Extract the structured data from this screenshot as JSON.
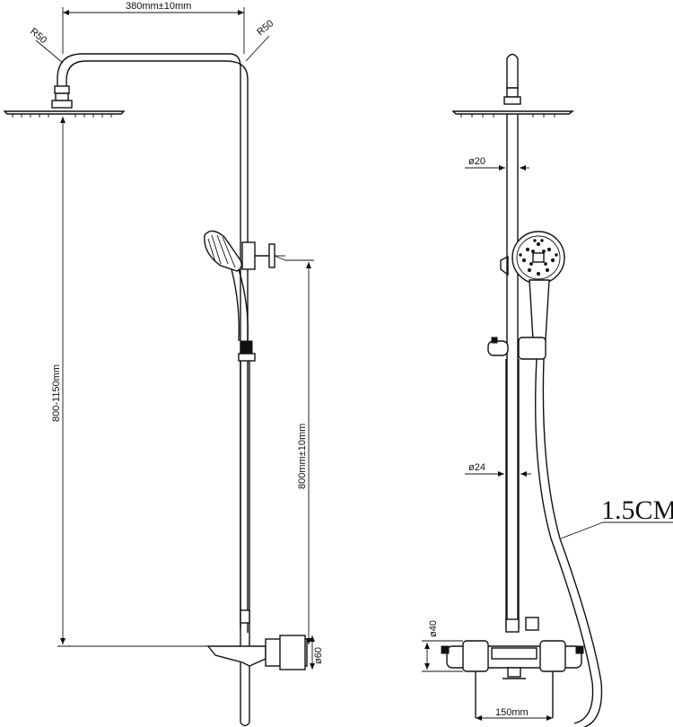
{
  "dimensions": {
    "arm_length": "380mm±10mm",
    "bend_radius_left": "R50",
    "bend_radius_right": "R50",
    "total_height": "800-1150mm",
    "bar_height": "800mm±10mm",
    "mixer_depth": "ø60",
    "pipe_top_diameter": "ø20",
    "pipe_bottom_diameter": "ø24",
    "mixer_height": "ø40",
    "inlet_spacing": "150mm",
    "hose_length": "1.5CM"
  }
}
